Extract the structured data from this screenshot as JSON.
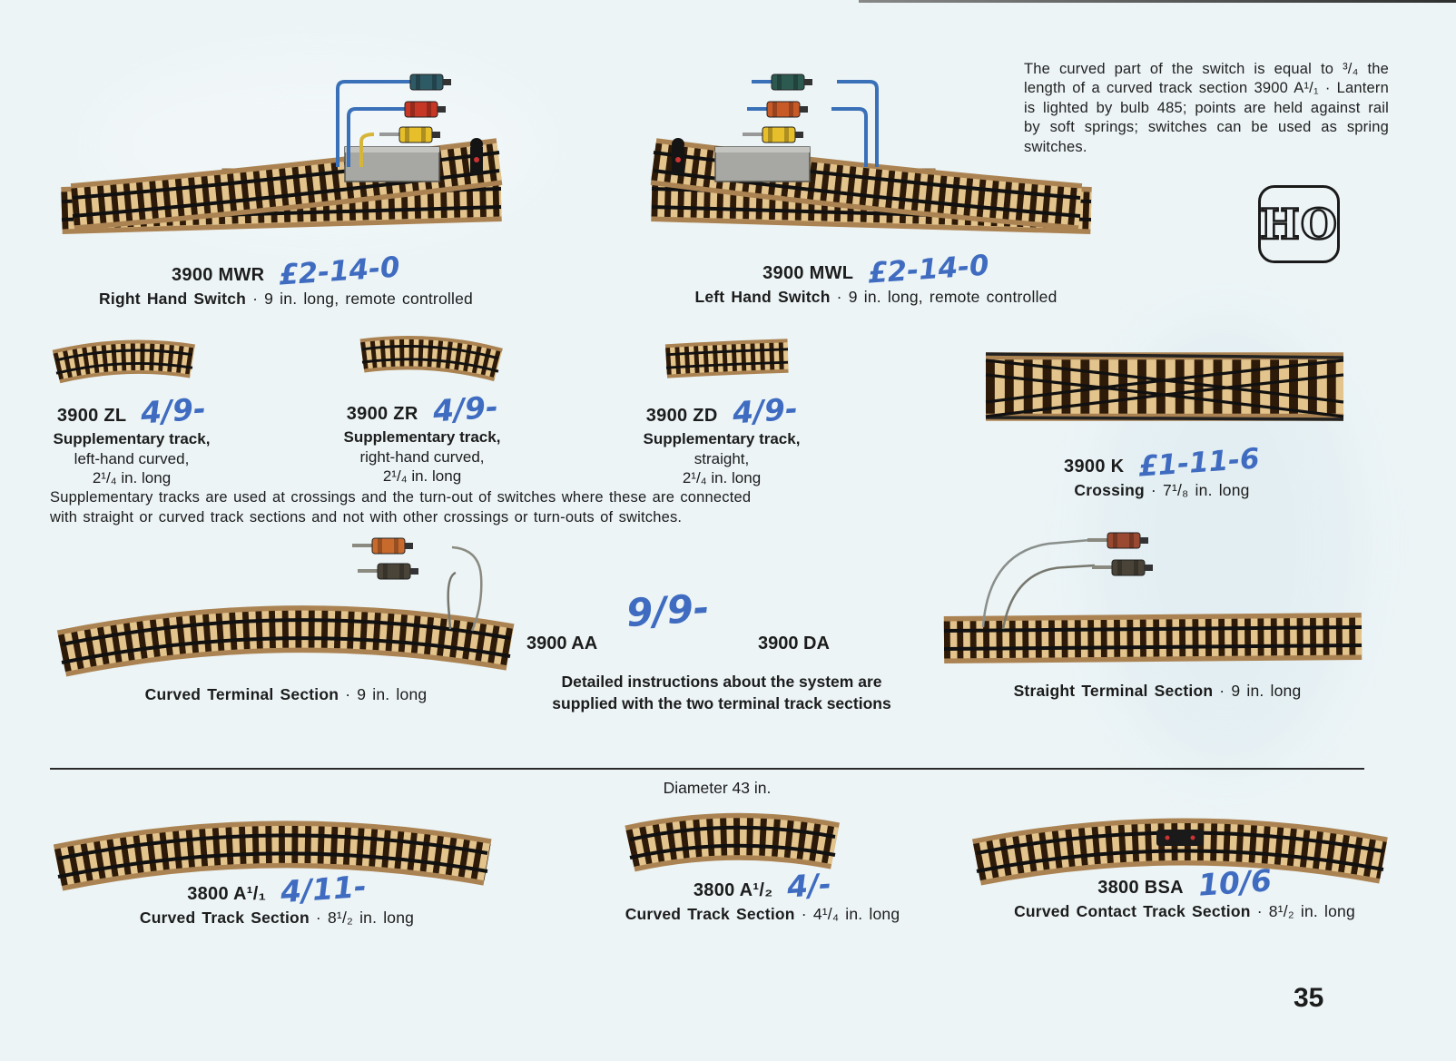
{
  "page": {
    "number": "35",
    "scale_badge": "HO",
    "diameter_note": "Diameter 43 in."
  },
  "intro_text": "The curved part of the switch is equal to ³/₄ the length of a curved track section 3900 A¹/₁ · Lantern is lighted by bulb 485; points are held against rail by soft springs; switches can be used as spring switches.",
  "supplementary_note": "Supplementary tracks are used at crossings and the turn-out of switches where these are connected with straight or curved track sections and not with other crossings or turn-outs of switches.",
  "terminal_note": {
    "line1": "Detailed instructions about the system are",
    "line2": "supplied with the two terminal track sections"
  },
  "products": {
    "mwr": {
      "code": "3900 MWR",
      "price": "£2-14-0",
      "name": "Right Hand Switch",
      "spec": " · 9 in. long, remote controlled"
    },
    "mwl": {
      "code": "3900 MWL",
      "price": "£2-14-0",
      "name": "Left Hand Switch",
      "spec": " · 9 in. long, remote controlled"
    },
    "zl": {
      "code": "3900 ZL",
      "price": "4/9-",
      "name": "Supplementary track,",
      "line2": "left-hand curved,",
      "line3": "2¹/₄ in. long"
    },
    "zr": {
      "code": "3900 ZR",
      "price": "4/9-",
      "name": "Supplementary track,",
      "line2": "right-hand curved,",
      "line3": "2¹/₄ in. long"
    },
    "zd": {
      "code": "3900 ZD",
      "price": "4/9-",
      "name": "Supplementary track,",
      "line2": "straight,",
      "line3": "2¹/₄ in. long"
    },
    "k": {
      "code": "3900 K",
      "price": "£1-11-6",
      "name": "Crossing",
      "spec": " · 7¹/₈ in. long"
    },
    "aa": {
      "code": "3900 AA",
      "price": "9/9-",
      "name": "Curved Terminal Section",
      "spec": " · 9 in. long"
    },
    "da": {
      "code": "3900 DA",
      "name": "Straight Terminal Section",
      "spec": " · 9 in. long"
    },
    "a11": {
      "code": "3800 A¹/₁",
      "price": "4/11-",
      "name": "Curved Track Section",
      "spec": " · 8¹/₂ in. long"
    },
    "a12": {
      "code": "3800 A¹/₂",
      "price": "4/-",
      "name": "Curved Track Section",
      "spec": " · 4¹/₄ in. long"
    },
    "bsa": {
      "code": "3800 BSA",
      "price": "10/6",
      "name": "Curved Contact Track Section",
      "spec": " · 8¹/₂ in. long"
    }
  },
  "colors": {
    "paper": "#ecf4f6",
    "handwriting_blue": "#3f6cc0",
    "roadbed_tan": "#cfa873",
    "tie_dark": "#2e1a08",
    "tie_light": "#e3c48c",
    "rail_black": "#111111"
  }
}
